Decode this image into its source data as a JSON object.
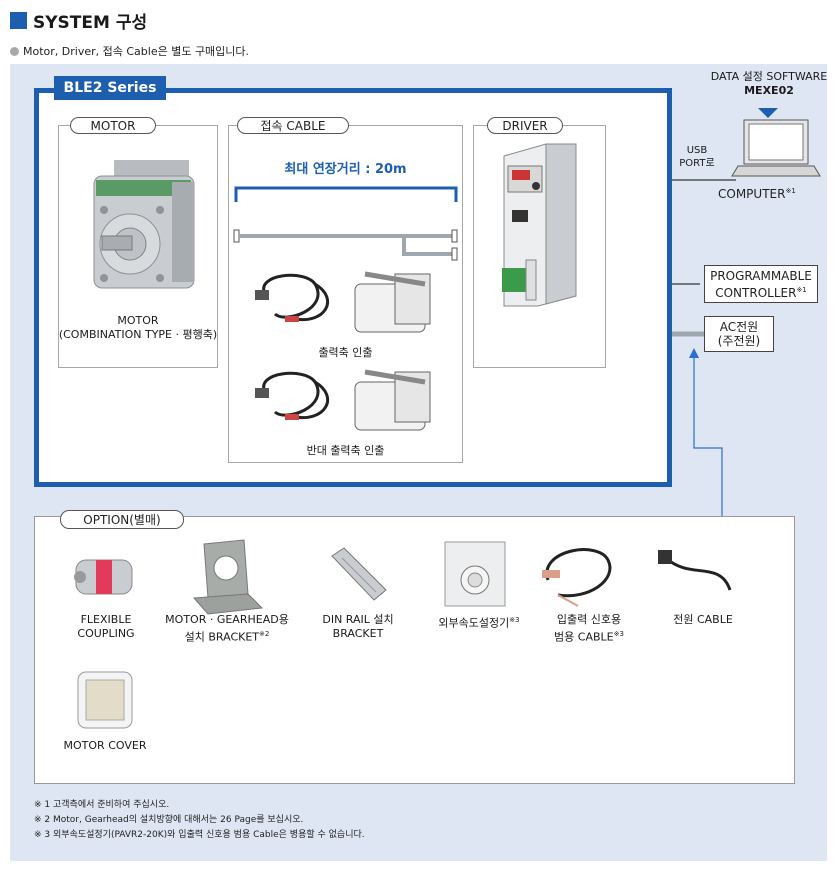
{
  "header": {
    "title": "SYSTEM 구성",
    "subtitle": "Motor, Driver, 접속 Cable은 별도 구매입니다."
  },
  "series": {
    "label": "BLE2 Series"
  },
  "motor": {
    "label": "MOTOR",
    "caption_line1": "MOTOR",
    "caption_line2": "(COMBINATION TYPE · 평행축)"
  },
  "cable": {
    "label": "접속 CABLE",
    "max_distance": "최대 연장거리 : 20m",
    "caption_output": "출력축 인출",
    "caption_reverse": "반대 출력축 인출"
  },
  "driver": {
    "label": "DRIVER"
  },
  "software": {
    "line1": "DATA 설정 SOFTWARE",
    "name": "MEXE02"
  },
  "usb": {
    "line1": "USB",
    "line2": "PORT로"
  },
  "computer": {
    "label": "COMPUTER",
    "note_mark": "※1"
  },
  "plc": {
    "line1": "PROGRAMMABLE",
    "line2": "CONTROLLER",
    "note_mark": "※1"
  },
  "ac_power": {
    "line1": "AC전원",
    "line2": "(주전원)"
  },
  "option": {
    "label": "OPTION(별매)",
    "items": [
      {
        "line1": "FLEXIBLE",
        "line2": "COUPLING",
        "mark": ""
      },
      {
        "line1": "MOTOR · GEARHEAD용",
        "line2": "설치 BRACKET",
        "mark": "※2"
      },
      {
        "line1": "DIN RAIL 설치",
        "line2": "BRACKET",
        "mark": ""
      },
      {
        "line1": "외부속도설정기",
        "line2": "",
        "mark": "※3"
      },
      {
        "line1": "입출력 신호용",
        "line2": "범용 CABLE",
        "mark": "※3"
      },
      {
        "line1": "전원 CABLE",
        "line2": "",
        "mark": ""
      },
      {
        "line1": "MOTOR COVER",
        "line2": "",
        "mark": ""
      }
    ]
  },
  "notes": [
    "※ 1 고객측에서 준비하여 주십시오.",
    "※ 2 Motor, Gearhead의 설치방향에 대해서는 26 Page를 보십시오.",
    "※ 3 외부속도설정기(PAVR2-20K)와 입출력 신호용 범용 Cable은 병용할 수 없습니다."
  ],
  "colors": {
    "accent": "#1d5fae",
    "background": "#dfe6f3",
    "connector": "#9ea6ae",
    "usb_line": "#2a6fd1"
  }
}
